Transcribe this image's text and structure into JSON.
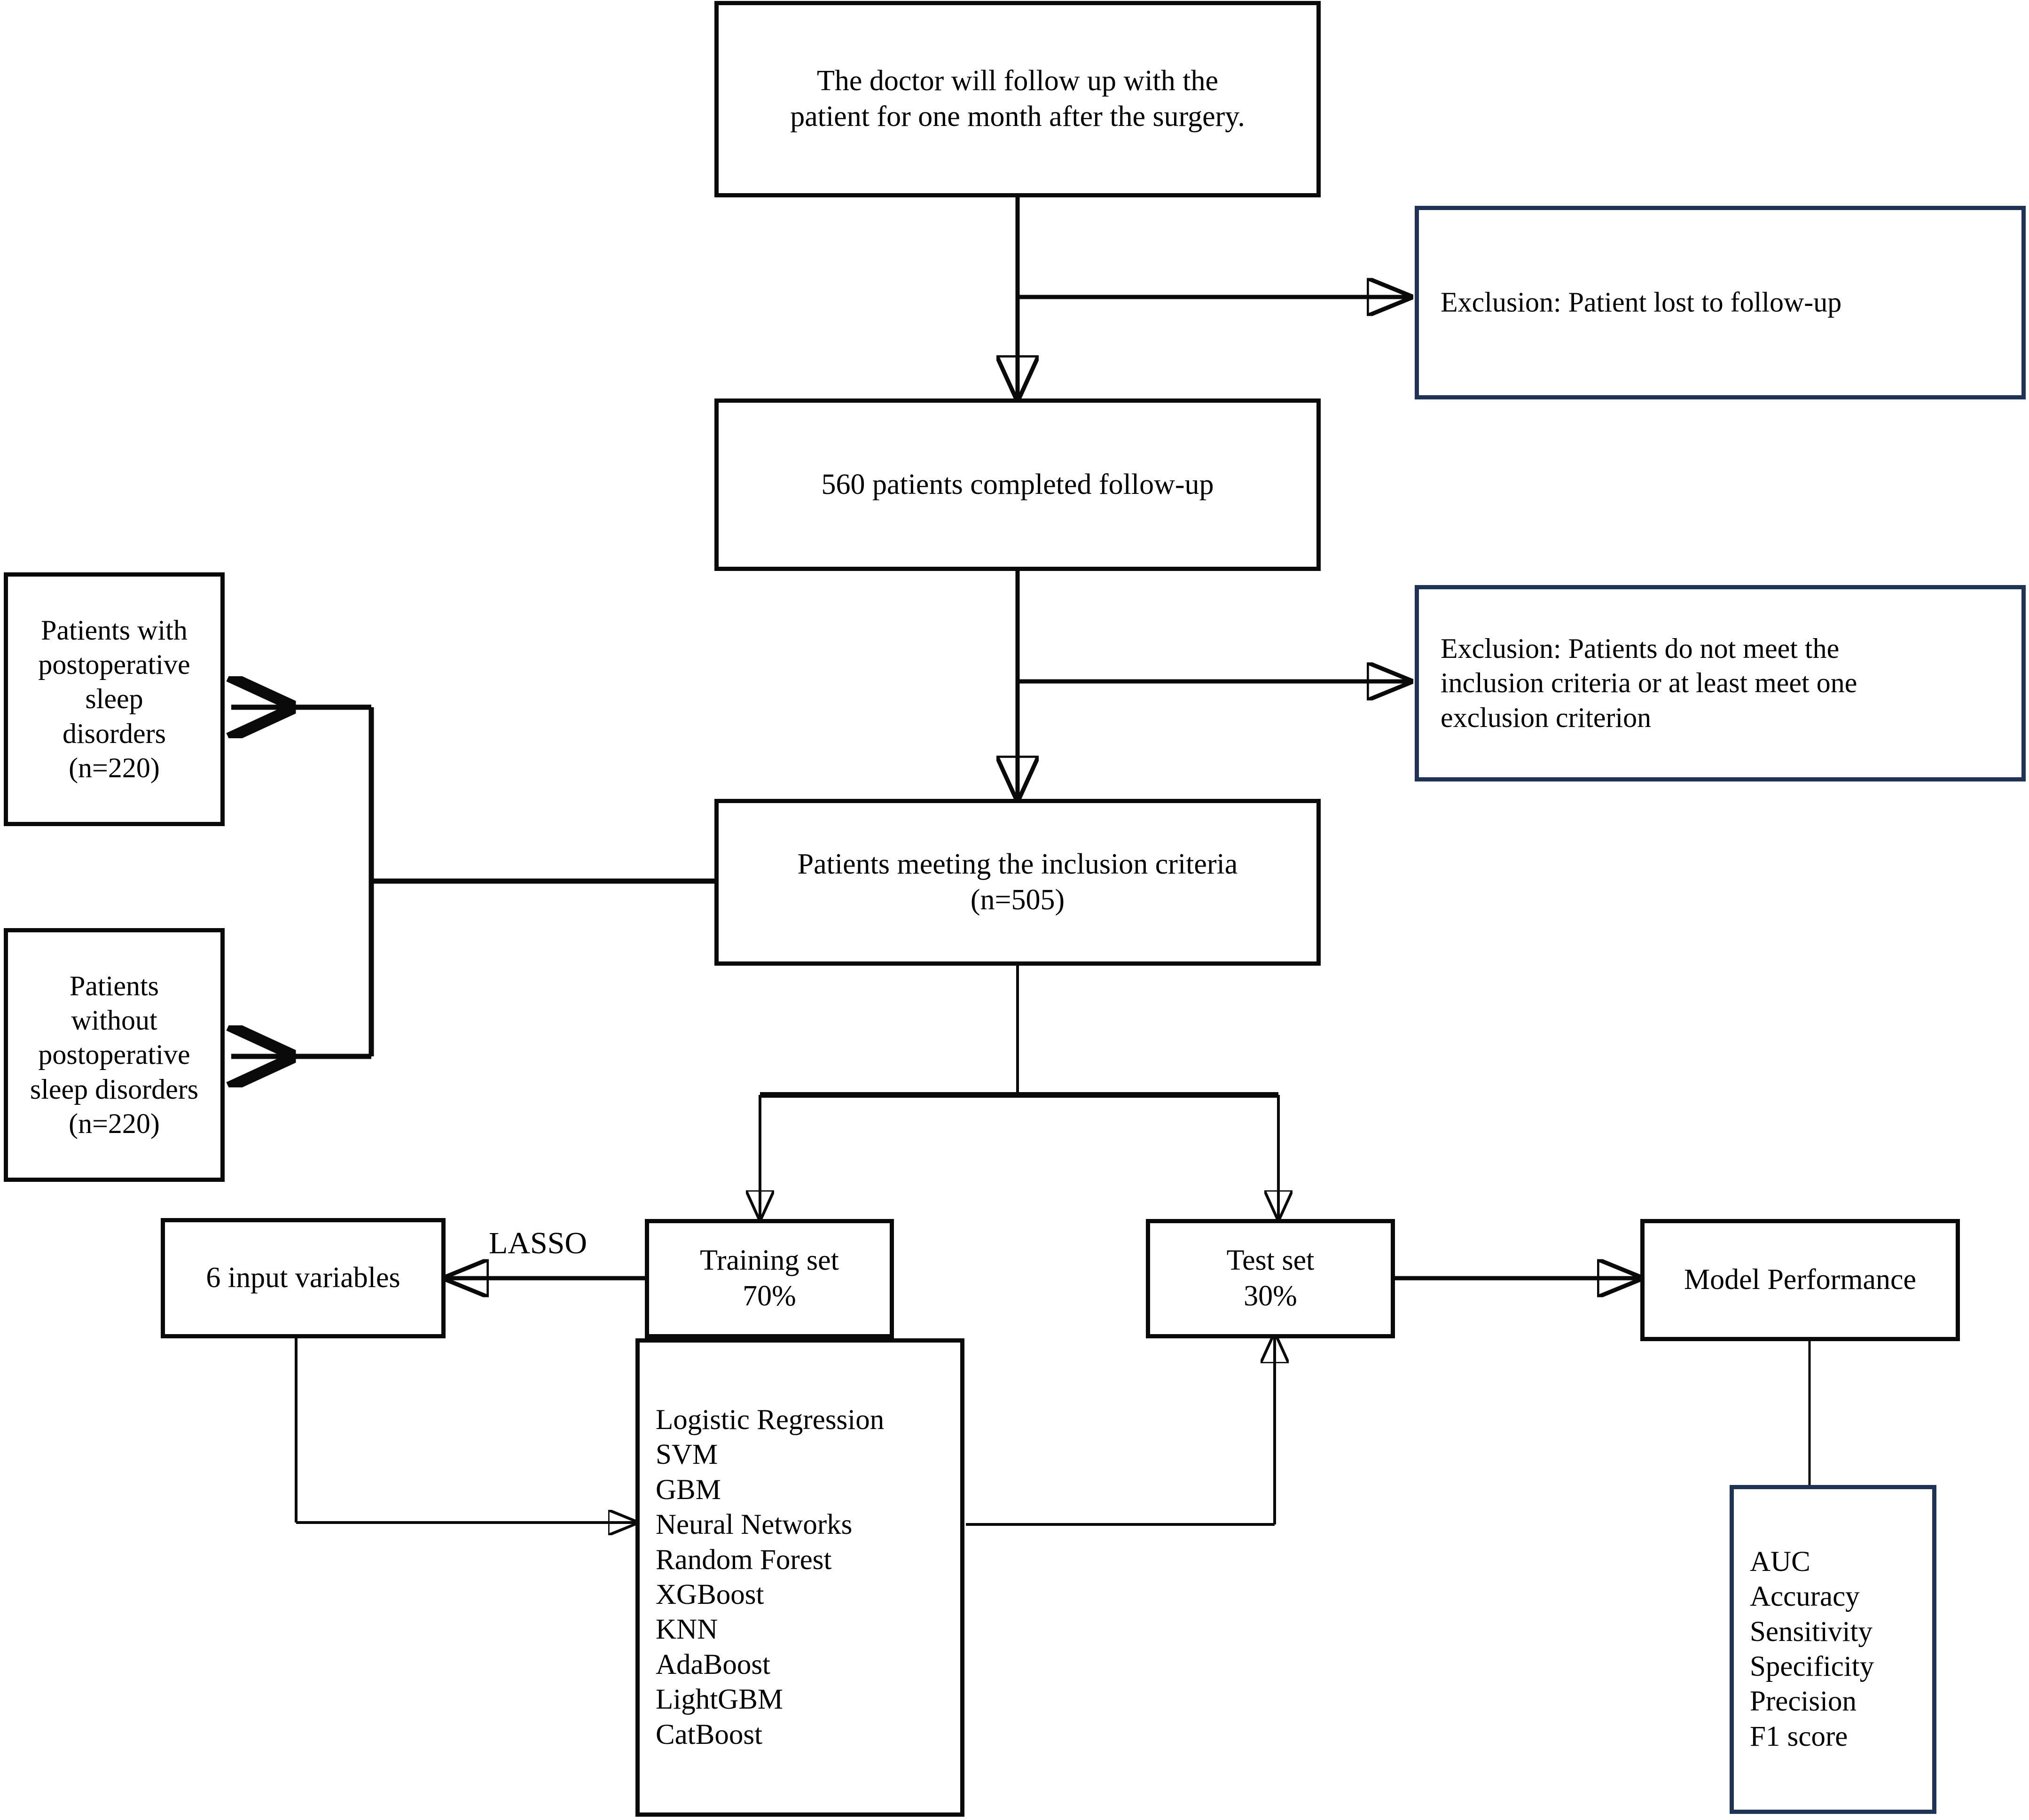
{
  "diagram": {
    "type": "flowchart",
    "title_present": false,
    "colors": {
      "box_border": "#0a0a0a",
      "exclusion_border": "#1f3356",
      "connector": "#0a0a0a",
      "background": "#ffffff"
    }
  },
  "nodes": {
    "followup": {
      "label": "The doctor will follow up with the\npatient for one month after the surgery."
    },
    "exclusion_lost": {
      "label": "Exclusion: Patient lost to follow-up"
    },
    "completed": {
      "label": "560 patients completed follow-up"
    },
    "exclusion_criteria": {
      "label": "Exclusion:  Patients do not meet the\ninclusion criteria or at least meet one\nexclusion criterion"
    },
    "inclusion": {
      "label": "Patients meeting the inclusion criteria\n(n=505)"
    },
    "with_disorder": {
      "label": "Patients with\npostoperative\nsleep\ndisorders\n(n=220)"
    },
    "without_disorder": {
      "label": "Patients\nwithout\npostoperative\nsleep disorders\n(n=220)"
    },
    "input_variables": {
      "label": "6 input variables"
    },
    "lasso": {
      "label": "LASSO"
    },
    "training_set": {
      "label": "Training set\n70%"
    },
    "test_set": {
      "label": "Test set\n30%"
    },
    "model_performance": {
      "label": "Model Performance"
    },
    "algorithms": {
      "label": "Logistic Regression\nSVM\nGBM\nNeural Networks\nRandom Forest\nXGBoost\nKNN\nAdaBoost\nLightGBM\nCatBoost"
    },
    "metrics": {
      "label": "AUC\nAccuracy\nSensitivity\nSpecificity\nPrecision\nF1 score"
    }
  },
  "algorithms_list": [
    "Logistic Regression",
    "SVM",
    "GBM",
    "Neural Networks",
    "Random Forest",
    "XGBoost",
    "KNN",
    "AdaBoost",
    "LightGBM",
    "CatBoost"
  ],
  "metrics_list": [
    "AUC",
    "Accuracy",
    "Sensitivity",
    "Specificity",
    "Precision",
    "F1 score"
  ],
  "counts": {
    "completed_followup": 560,
    "meeting_inclusion": 505,
    "with_sleep_disorders": 220,
    "without_sleep_disorders": 220,
    "input_variables": 6,
    "training_split_percent": 70,
    "test_split_percent": 30
  },
  "edges": [
    {
      "from": "followup",
      "to": "completed",
      "label": ""
    },
    {
      "from": "followup",
      "to": "exclusion_lost",
      "label": ""
    },
    {
      "from": "completed",
      "to": "inclusion",
      "label": ""
    },
    {
      "from": "completed",
      "to": "exclusion_criteria",
      "label": ""
    },
    {
      "from": "inclusion",
      "to": "with_disorder",
      "label": ""
    },
    {
      "from": "inclusion",
      "to": "without_disorder",
      "label": ""
    },
    {
      "from": "inclusion",
      "to": "training_set",
      "label": ""
    },
    {
      "from": "inclusion",
      "to": "test_set",
      "label": ""
    },
    {
      "from": "training_set",
      "to": "input_variables",
      "label": "LASSO"
    },
    {
      "from": "input_variables",
      "to": "algorithms",
      "label": ""
    },
    {
      "from": "algorithms",
      "to": "test_set",
      "label": ""
    },
    {
      "from": "test_set",
      "to": "model_performance",
      "label": ""
    },
    {
      "from": "model_performance",
      "to": "metrics",
      "label": ""
    }
  ]
}
